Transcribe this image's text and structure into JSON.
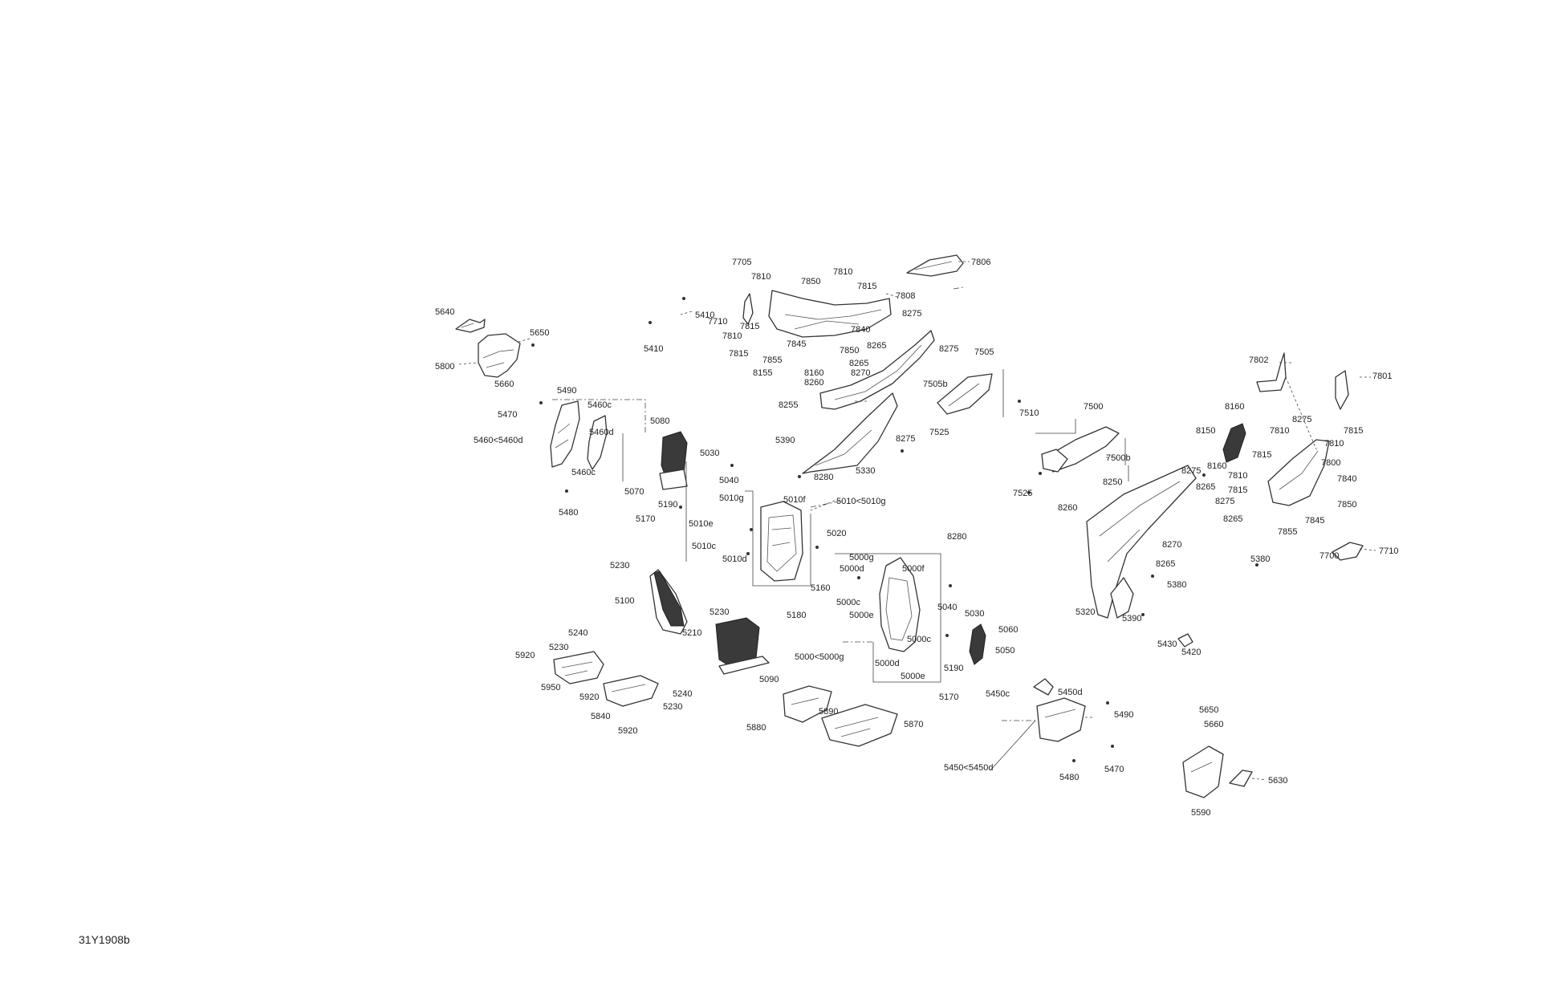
{
  "drawing": {
    "reference": "31Y1908b",
    "callouts": [
      "5640",
      "5650",
      "5800",
      "5660",
      "5490",
      "5470",
      "5460c",
      "5460d",
      "5460<5460d",
      "5460c",
      "5480",
      "5080",
      "5070",
      "5170",
      "5190",
      "5030",
      "5040",
      "5010g",
      "5010f",
      "5010<5010g",
      "5010e",
      "5010c",
      "5010d",
      "8280",
      "5020",
      "5000g",
      "5000d",
      "5000f",
      "5000c",
      "5000e",
      "5000d",
      "5000c",
      "5000e",
      "5000<5000g",
      "5160",
      "5180",
      "5040",
      "5030",
      "5060",
      "5050",
      "5190",
      "5170",
      "8280",
      "5230",
      "5100",
      "5210",
      "5230",
      "5090",
      "5240",
      "5230",
      "5920",
      "5950",
      "5920",
      "5840",
      "5240",
      "5230",
      "5920",
      "5880",
      "5890",
      "5870",
      "5390",
      "5330",
      "7705",
      "7810",
      "7710",
      "7815",
      "7810",
      "7815",
      "5410",
      "5410",
      "7850",
      "7810",
      "7815",
      "7806",
      "7808",
      "8275",
      "7840",
      "8265",
      "7845",
      "7850",
      "7855",
      "8155",
      "8160",
      "8265",
      "8270",
      "8260",
      "8255",
      "8275",
      "7505",
      "7505b",
      "7525",
      "8275",
      "7510",
      "7500",
      "7500b",
      "7525",
      "7802",
      "7801",
      "8160",
      "8150",
      "8160",
      "8275",
      "7810",
      "7815",
      "7810",
      "7800",
      "7815",
      "7840",
      "7810",
      "7815",
      "7850",
      "7845",
      "7855",
      "7700",
      "7710",
      "8250",
      "8275",
      "8265",
      "8275",
      "8265",
      "8260",
      "8270",
      "8265",
      "5380",
      "5380",
      "5320",
      "5390",
      "5430",
      "5420",
      "5450c",
      "5450d",
      "5490",
      "5470",
      "5480",
      "5450<5450d",
      "5650",
      "5660",
      "5630",
      "5590"
    ]
  }
}
